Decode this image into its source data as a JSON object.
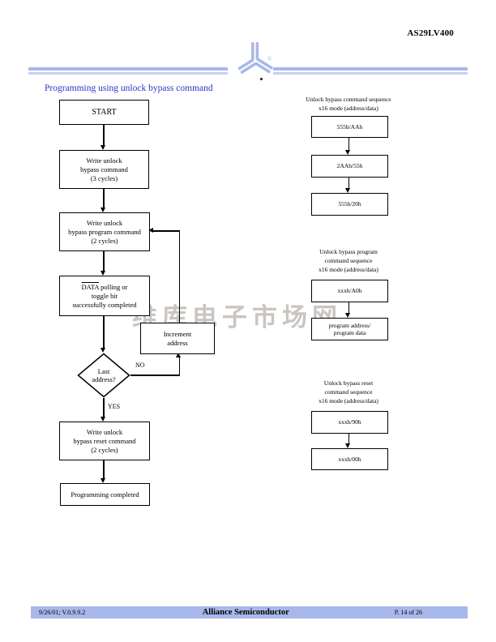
{
  "header": {
    "product": "AS29LV400",
    "title": "Programming using unlock bypass command"
  },
  "watermark": "维库电子市场网",
  "flowchart": {
    "start": "START",
    "write_bypass_cmd": "Write unlock\nbypass command\n(3 cycles)",
    "write_program_cmd": "Write unlock\nbypass program command\n(2 cycles)",
    "data_word": "DATA",
    "polling_rest": " polling or\ntoggle bit\nsuccessfully completed",
    "increment": "Increment\naddress",
    "last_address": "Last\naddress?",
    "no_label": "NO",
    "yes_label": "YES",
    "write_reset_cmd": "Write unlock\nbypass reset command\n(2 cycles)",
    "completed": "Programming completed"
  },
  "sequences": [
    {
      "heading": "Unlock bypass command sequence\nx16 mode  (address/data)",
      "steps": [
        "555h/AAh",
        "2AAh/55h",
        "555h/20h"
      ]
    },
    {
      "heading": "Unlock bypass program\ncommand sequence\nx16 mode  (address/data)",
      "steps": [
        "xxxh/A0h",
        "program address/\nprogram data"
      ]
    },
    {
      "heading": "Unlock bypass reset\ncommand sequence\nx16 mode  (address/data)",
      "steps": [
        "xxxh/90h",
        "xxxh/00h"
      ]
    }
  ],
  "footer": {
    "left": "9/26/01; V.0.9.9.2",
    "center": "Alliance Semiconductor",
    "right": "P. 14 of 26"
  },
  "colors": {
    "accent": "#a9b8ea",
    "accent_light": "#c6d0f2",
    "title_blue": "#2436c4",
    "watermark_gray": "#c9c5c1"
  }
}
